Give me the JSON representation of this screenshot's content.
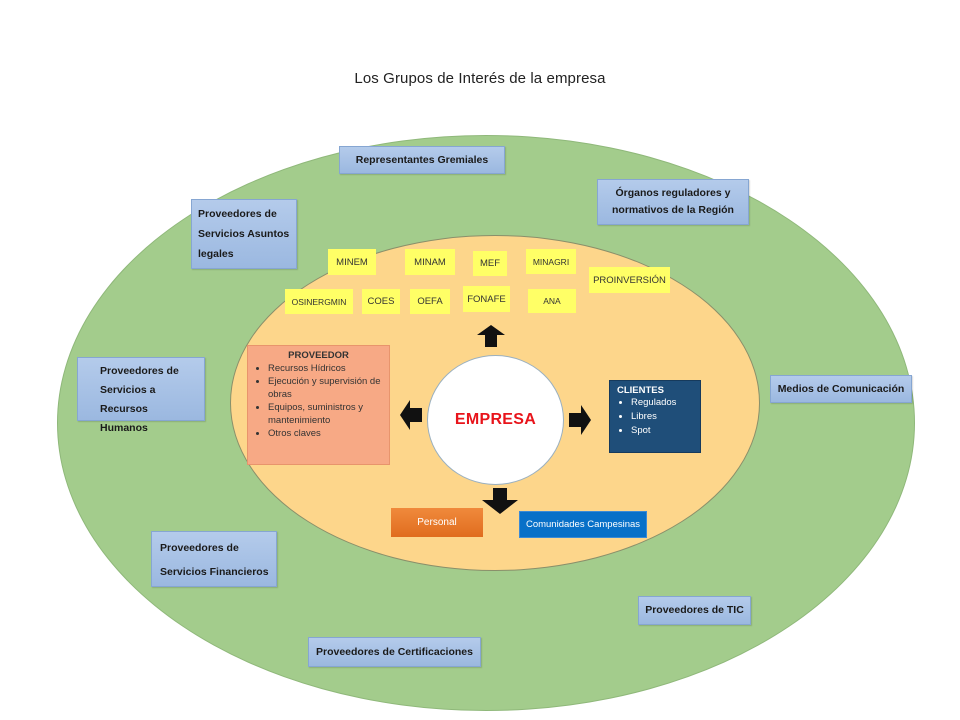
{
  "title": "Los Grupos de Interés de la empresa",
  "colors": {
    "outer_ring": "#a3cc8c",
    "inner_ring": "#fdd68b",
    "core": "#ffffff",
    "core_text": "#e8141b",
    "external_box": "#a9c3e8",
    "institution_box": "#ffff66",
    "proveedor_box": "#f7a985",
    "clientes_box": "#1f4e79",
    "personal_box": "#e8782c",
    "comunidades_box": "#0870c8"
  },
  "core": {
    "label": "EMPRESA"
  },
  "outer_groups": [
    {
      "id": "representantes",
      "label": "Representantes Gremiales"
    },
    {
      "id": "organos",
      "label": "Órganos reguladores y normativos de la Región"
    },
    {
      "id": "legales",
      "label": "Proveedores de Servicios Asuntos legales"
    },
    {
      "id": "rrhh",
      "label": "Proveedores de Servicios a Recursos Humanos"
    },
    {
      "id": "medios",
      "label": "Medios de Comunicación"
    },
    {
      "id": "financieros",
      "label": "Proveedores de Servicios Financieros"
    },
    {
      "id": "tic",
      "label": "Proveedores de TIC"
    },
    {
      "id": "certificaciones",
      "label": "Proveedores de Certificaciones"
    }
  ],
  "institutions": [
    "MINEM",
    "MINAM",
    "MEF",
    "MINAGRI",
    "PROINVERSIÓN",
    "OSINERGMIN",
    "COES",
    "OEFA",
    "FONAFE",
    "ANA"
  ],
  "proveedor": {
    "heading": "PROVEEDOR",
    "items": [
      "Recursos Hídricos",
      "Ejecución y supervisión de obras",
      "Equipos, suministros y mantenimiento",
      "Otros claves"
    ]
  },
  "clientes": {
    "heading": "CLIENTES",
    "items": [
      "Regulados",
      "Libres",
      "Spot"
    ]
  },
  "personal": "Personal",
  "comunidades": "Comunidades Campesinas",
  "arrows": [
    "arrow-up-icon",
    "arrow-down-icon",
    "arrow-left-icon",
    "arrow-right-icon"
  ]
}
